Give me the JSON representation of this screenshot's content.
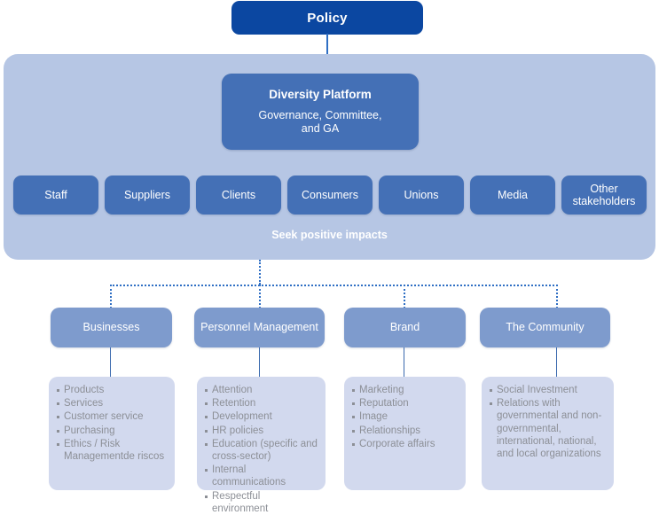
{
  "diagram": {
    "policy": {
      "label": "Policy"
    },
    "platform": {
      "title": "Diversity Platform",
      "subtitle": "Governance, Committee,\nand GA"
    },
    "stakeholders": [
      {
        "label": "Staff"
      },
      {
        "label": "Suppliers"
      },
      {
        "label": "Clients"
      },
      {
        "label": "Consumers"
      },
      {
        "label": "Unions"
      },
      {
        "label": "Media"
      },
      {
        "label": "Other stakeholders"
      }
    ],
    "impact_label": "Seek positive impacts",
    "columns": [
      {
        "header": "Businesses",
        "items": [
          "Products",
          "Services",
          "Customer service",
          "Purchasing",
          "Ethics / Risk Managementde riscos"
        ]
      },
      {
        "header": "Personnel Management",
        "items": [
          "Attention",
          "Retention",
          "Development",
          "HR policies",
          "Education (specific and cross-sector)",
          "Internal communications",
          "Respectful environment"
        ]
      },
      {
        "header": "Brand",
        "items": [
          "Marketing",
          "Reputation",
          "Image",
          "Relationships",
          "Corporate affairs"
        ]
      },
      {
        "header": "The Community",
        "items": [
          "Social Investment",
          "Relations with governmental and non-governmental, international, national, and local organizations"
        ]
      }
    ]
  },
  "colors": {
    "policy_navy": "#0b47a1",
    "platform_blue": "#4470b6",
    "container_light": "#b6c6e4",
    "header_blue": "#7e9bcd",
    "panel_light": "#d2d9ee",
    "connector_blue": "#2f6fc4",
    "bullet_text": "#8c8f96"
  }
}
